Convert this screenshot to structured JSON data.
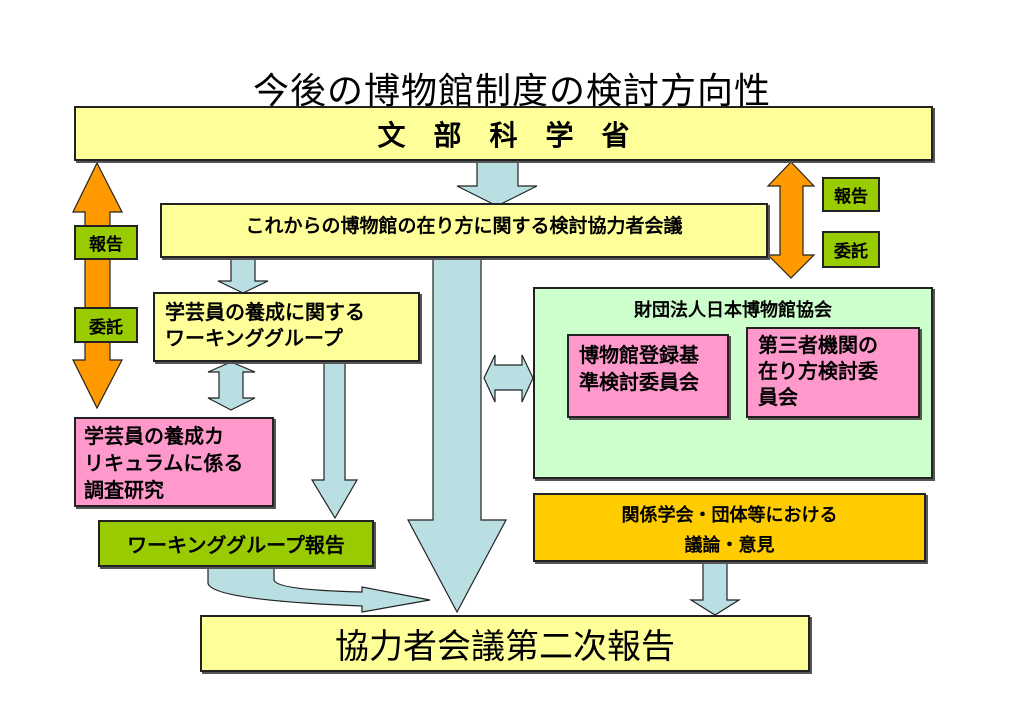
{
  "title": "今後の博物館制度の検討方向性",
  "nodes": {
    "ministry": "文　部　科　学　省",
    "committee": "これからの博物館の在り方に関する検討協力者会議",
    "working_group": [
      "学芸員の養成に関する",
      "ワーキンググループ"
    ],
    "curriculum_research": [
      "学芸員の養成カ",
      "リキュラムに係る",
      "調査研究"
    ],
    "wg_report": "ワーキンググループ報告",
    "jam": "財団法人日本博物館協会",
    "registration_committee": [
      "博物館登録基",
      "準検討委員会"
    ],
    "third_party_committee": [
      "第三者機関の",
      "在り方検討委",
      "員会"
    ],
    "societies": [
      "関係学会・団体等における",
      "議論・意見"
    ],
    "second_report": "協力者会議第二次報告"
  },
  "tags": {
    "left_report": "報告",
    "left_commission": "委託",
    "right_report": "報告",
    "right_commission": "委託"
  },
  "colors": {
    "yellow_box": "#ffff99",
    "green_box": "#ccffcc",
    "pink_box": "#ff99cc",
    "olive_box": "#99cc00",
    "orange_box": "#ffcc00",
    "blue_arrow": "#b9dfe3",
    "orange_arrow": "#ff9900"
  }
}
